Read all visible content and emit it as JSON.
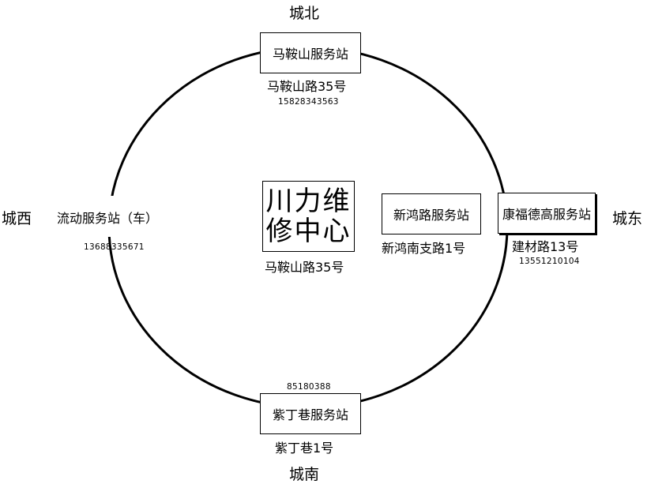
{
  "directions": {
    "north": "城北",
    "south": "城南",
    "west": "城西",
    "east": "城东"
  },
  "center": {
    "line1": "川力维",
    "line2": "修中心",
    "address": "马鞍山路35号"
  },
  "stations": {
    "north": {
      "name": "马鞍山服务站",
      "address": "马鞍山路35号",
      "phone": "15828343563"
    },
    "south": {
      "name": "紫丁巷服务站",
      "address": "紫丁巷1号",
      "phone": "85180388"
    },
    "west": {
      "name": "流动服务站（车）",
      "phone": "13688335671"
    },
    "east": {
      "name": "康福德高服务站",
      "address": "建材路13号",
      "phone": "13551210104"
    },
    "inner_east": {
      "name": "新鸿路服务站",
      "address": "新鸿南支路1号"
    }
  },
  "colors": {
    "line": "#000000",
    "background": "#ffffff"
  }
}
